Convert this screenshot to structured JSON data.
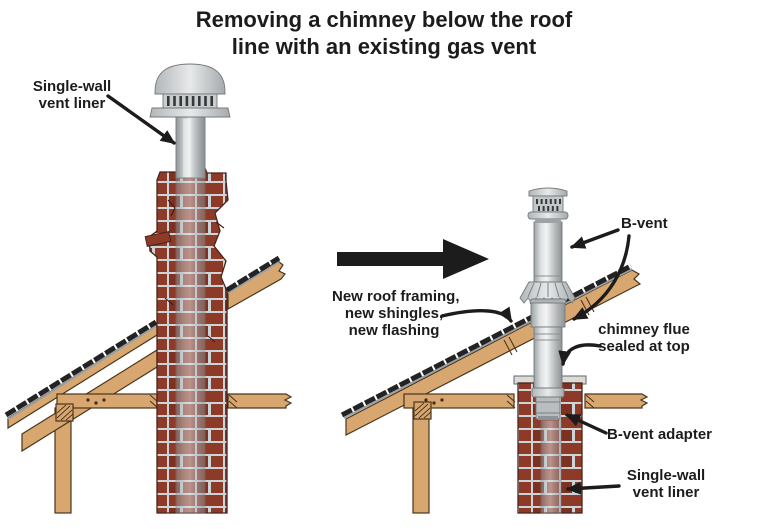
{
  "title": {
    "line1": "Removing a chimney below the roof",
    "line2": "line with an existing gas vent"
  },
  "annotations": {
    "single_wall_left": {
      "line1": "Single-wall",
      "line2": "vent liner"
    },
    "new_roof": {
      "line1": "New roof framing,",
      "line2": "new shingles,",
      "line3": "new flashing"
    },
    "b_vent": {
      "label": "B-vent"
    },
    "flue_sealed": {
      "line1": "chimney flue",
      "line2": "sealed at top"
    },
    "b_vent_adapter": {
      "label": "B-vent adapter"
    },
    "single_wall_right": {
      "line1": "Single-wall",
      "line2": "vent liner"
    }
  },
  "colors": {
    "ink": "#1c1c1c",
    "background": "#ffffff",
    "brick": "#8d3a29",
    "brick-dark": "#7c3122",
    "mortar": "#ccd4d8",
    "wood": "#d8a76f",
    "wood-outline": "#4a351d",
    "shingle": "#232323",
    "metal": "#c3c7c9",
    "metal-dark": "#8f9396",
    "metal-light": "#edeff0"
  }
}
